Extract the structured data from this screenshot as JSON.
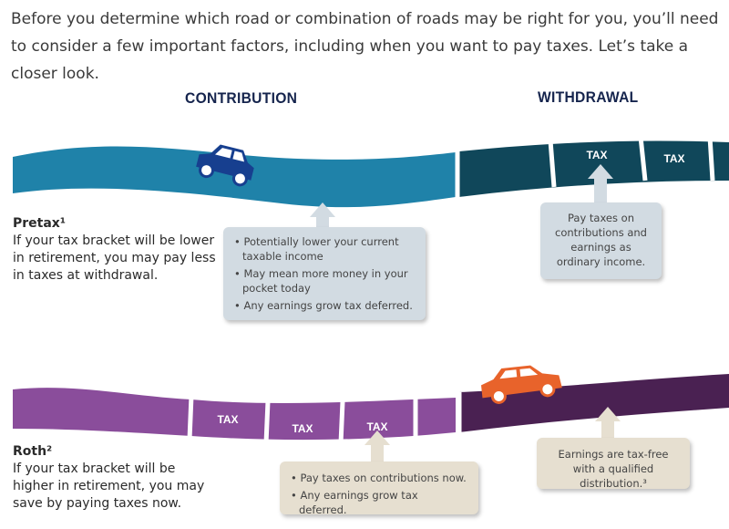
{
  "intro": "Before you determine which road or combination of roads may be right for you, you’ll need to consider a few important factors, including when you want to pay taxes. Let’s take a closer look.",
  "headings": {
    "contribution": "CONTRIBUTION",
    "withdrawal": "WITHDRAWAL"
  },
  "tax_label": "TAX",
  "pretax": {
    "title": "Pretax¹",
    "description": "If your tax bracket will be lower in retirement, you may pay less in taxes at withdrawal.",
    "contribution_points": [
      "Potentially lower your current taxable income",
      "May mean more money in your pocket today",
      "Any earnings grow tax deferred."
    ],
    "withdrawal_note": "Pay taxes on contributions and earnings as ordinary income."
  },
  "roth": {
    "title": "Roth²",
    "description": "If your tax bracket will be higher in retirement, you may save by paying taxes now.",
    "contribution_points": [
      "Pay taxes on contributions now.",
      "Any earnings grow tax deferred."
    ],
    "withdrawal_note": "Earnings are tax-free with a qualified distribution.³"
  },
  "colors": {
    "pretax_contribution_road": "#1f82a9",
    "pretax_withdrawal_road": "#10475a",
    "roth_contribution_road": "#8a4d9b",
    "roth_withdrawal_road": "#4a2152",
    "heading": "#15244d",
    "pretax_box": "#d2dbe2",
    "roth_box": "#e6dfd0",
    "blue_car": "#173f8f",
    "orange_car": "#e8632b"
  },
  "icons": [
    "blue-car-icon",
    "orange-car-icon",
    "arrow-up-icon"
  ]
}
